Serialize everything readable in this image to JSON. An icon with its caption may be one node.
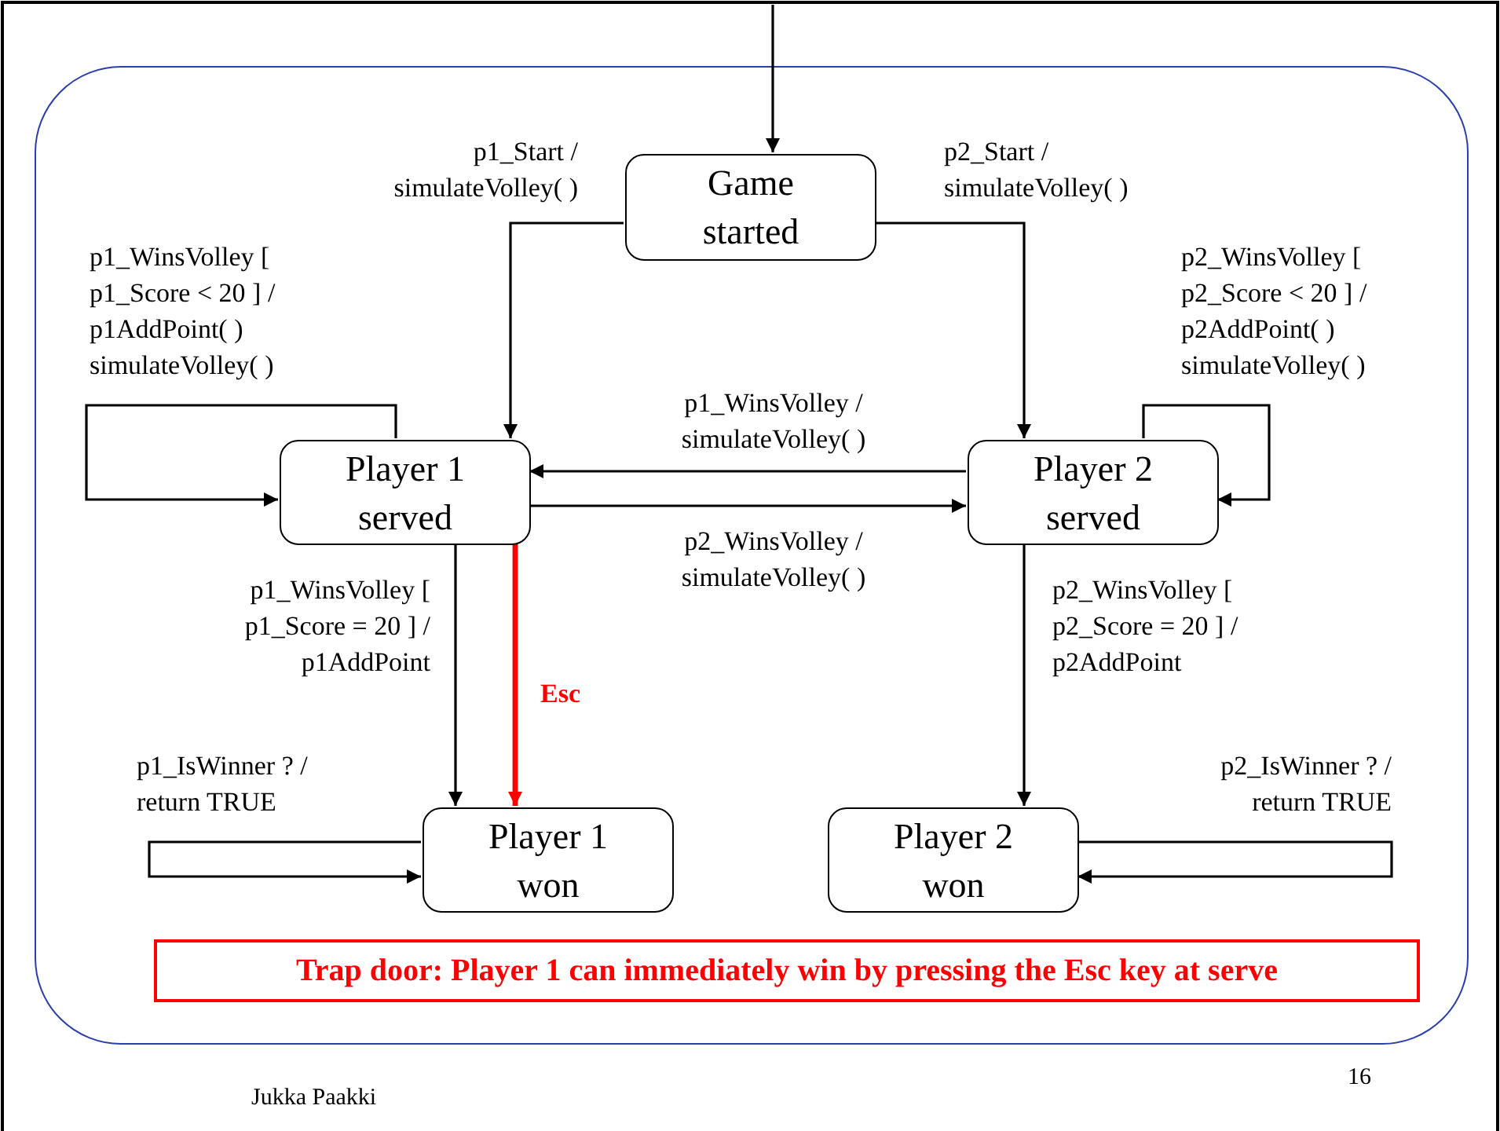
{
  "diagram": {
    "nodes": [
      {
        "text": [],
        "shape": "box"
      },
      {
        "text": [
          "Game started"
        ],
        "in": 0
      },
      {
        "text": [
          "Player 1 served"
        ],
        "in": 0
      },
      {
        "text": [
          "Player 2 served"
        ],
        "in": 0
      },
      {
        "text": [
          "Player 1 won"
        ],
        "in": 0
      },
      {
        "text": [
          "Player 2 won"
        ],
        "in": 0
      },
      {
        "text": [
          "Trap door: Player 1 can immediately win by pressing the Esc key at serve"
        ],
        "in": 0
      }
    ],
    "edges": [
      {
        "from": null,
        "to": 1,
        "arrow": "to"
      },
      {
        "from": 1,
        "to": 2,
        "arrow": "to",
        "label": "p1_Start / simulateVolley( )"
      },
      {
        "from": 1,
        "to": 3,
        "arrow": "to",
        "label": "p2_Start / simulateVolley( )"
      },
      {
        "from": 2,
        "to": 2,
        "arrow": "to",
        "label": "p1_WinsVolley [ p1_Score < 20 ] / p1AddPoint( ) simulateVolley( )"
      },
      {
        "from": 3,
        "to": 3,
        "arrow": "to",
        "label": "p2_WinsVolley [ p2_Score < 20 ] / p2AddPoint( ) simulateVolley( )"
      },
      {
        "from": 3,
        "to": 2,
        "arrow": "to",
        "label": "p1_WinsVolley / simulateVolley( )"
      },
      {
        "from": 2,
        "to": 3,
        "arrow": "to",
        "label": "p2_WinsVolley / simulateVolley( )"
      },
      {
        "from": 2,
        "to": 4,
        "arrow": "to",
        "label": "p1_WinsVolley [ p1_Score = 20 ] / p1AddPoint"
      },
      {
        "from": 2,
        "to": 4,
        "arrow": "to",
        "label": "Esc",
        "color": "#ff0000",
        "style": "thick"
      },
      {
        "from": 3,
        "to": 5,
        "arrow": "to",
        "label": "p2_WinsVolley [ p2_Score = 20 ] / p2AddPoint"
      },
      {
        "from": 4,
        "to": 4,
        "arrow": "to",
        "label": "p1_IsWinner ? / return TRUE"
      },
      {
        "from": 5,
        "to": 5,
        "arrow": "to",
        "label": "p2_IsWinner ? / return TRUE"
      }
    ],
    "labels": [
      "Jukka Paakki",
      "16"
    ]
  }
}
